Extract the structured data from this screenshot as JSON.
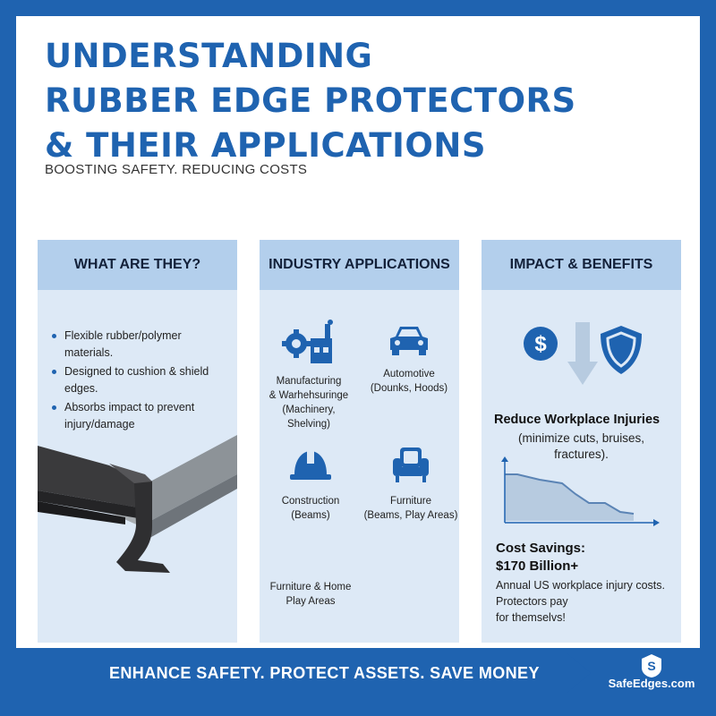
{
  "header": {
    "title_lines": [
      "UNDERSTANDING",
      "RUBBER EDGE PROTECTORS",
      "& THEIR APPLICATIONS"
    ],
    "subtitle": "BOOSTING SAFETY. REDUCING COSTS"
  },
  "what": {
    "heading": "WHAT ARE THEY?",
    "bullets": [
      "Flexible rubber/polymer materials.",
      "Designed to cushion & shield edges.",
      "Absorbs impact to prevent injury/damage"
    ],
    "image_icon": "rubber-edge-protector-illustration"
  },
  "industry": {
    "heading": "INDUSTRY APPLICATIONS",
    "items": [
      {
        "icon": "factory-gears-icon",
        "line1": "Manufacturing",
        "line2": "& Warhehsuringe",
        "line3": "(Machinery, Shelving)"
      },
      {
        "icon": "car-icon",
        "line1": "Automotive",
        "line2": "(Dounks, Hoods)"
      },
      {
        "icon": "hard-hat-icon",
        "line1": "Construction",
        "line2": "(Beams)"
      },
      {
        "icon": "armchair-icon",
        "line1": "Furniture",
        "line2": "(Beams, Play Areas)"
      },
      {
        "line1": "Furniture & Home",
        "line2": "Play Areas"
      }
    ]
  },
  "impact": {
    "heading": "IMPACT & BENEFITS",
    "icons": [
      "dollar-icon",
      "down-arrow-icon",
      "shield-icon",
      "declining-chart-icon"
    ],
    "injuries_title": "Reduce Workplace Injuries",
    "injuries_line1": "(minimize cuts, bruises,",
    "injuries_line2": "fractures).",
    "savings_title": "Cost Savings:",
    "savings_value": "$170 Billion+",
    "savings_line1": "Annual US workplace injury costs.",
    "savings_line2": "Protectors pay",
    "savings_line3": "for themselvs!"
  },
  "footer": {
    "banner": "ENHANCE SAFETY. PROTECT ASSETS. SAVE MONEY",
    "logo_text": "SafeEdges.com",
    "logo_mark": "S"
  },
  "colors": {
    "brand_blue": "#1f63b0",
    "panel_bg": "#dde9f6",
    "panel_head": "#b3cfec"
  }
}
